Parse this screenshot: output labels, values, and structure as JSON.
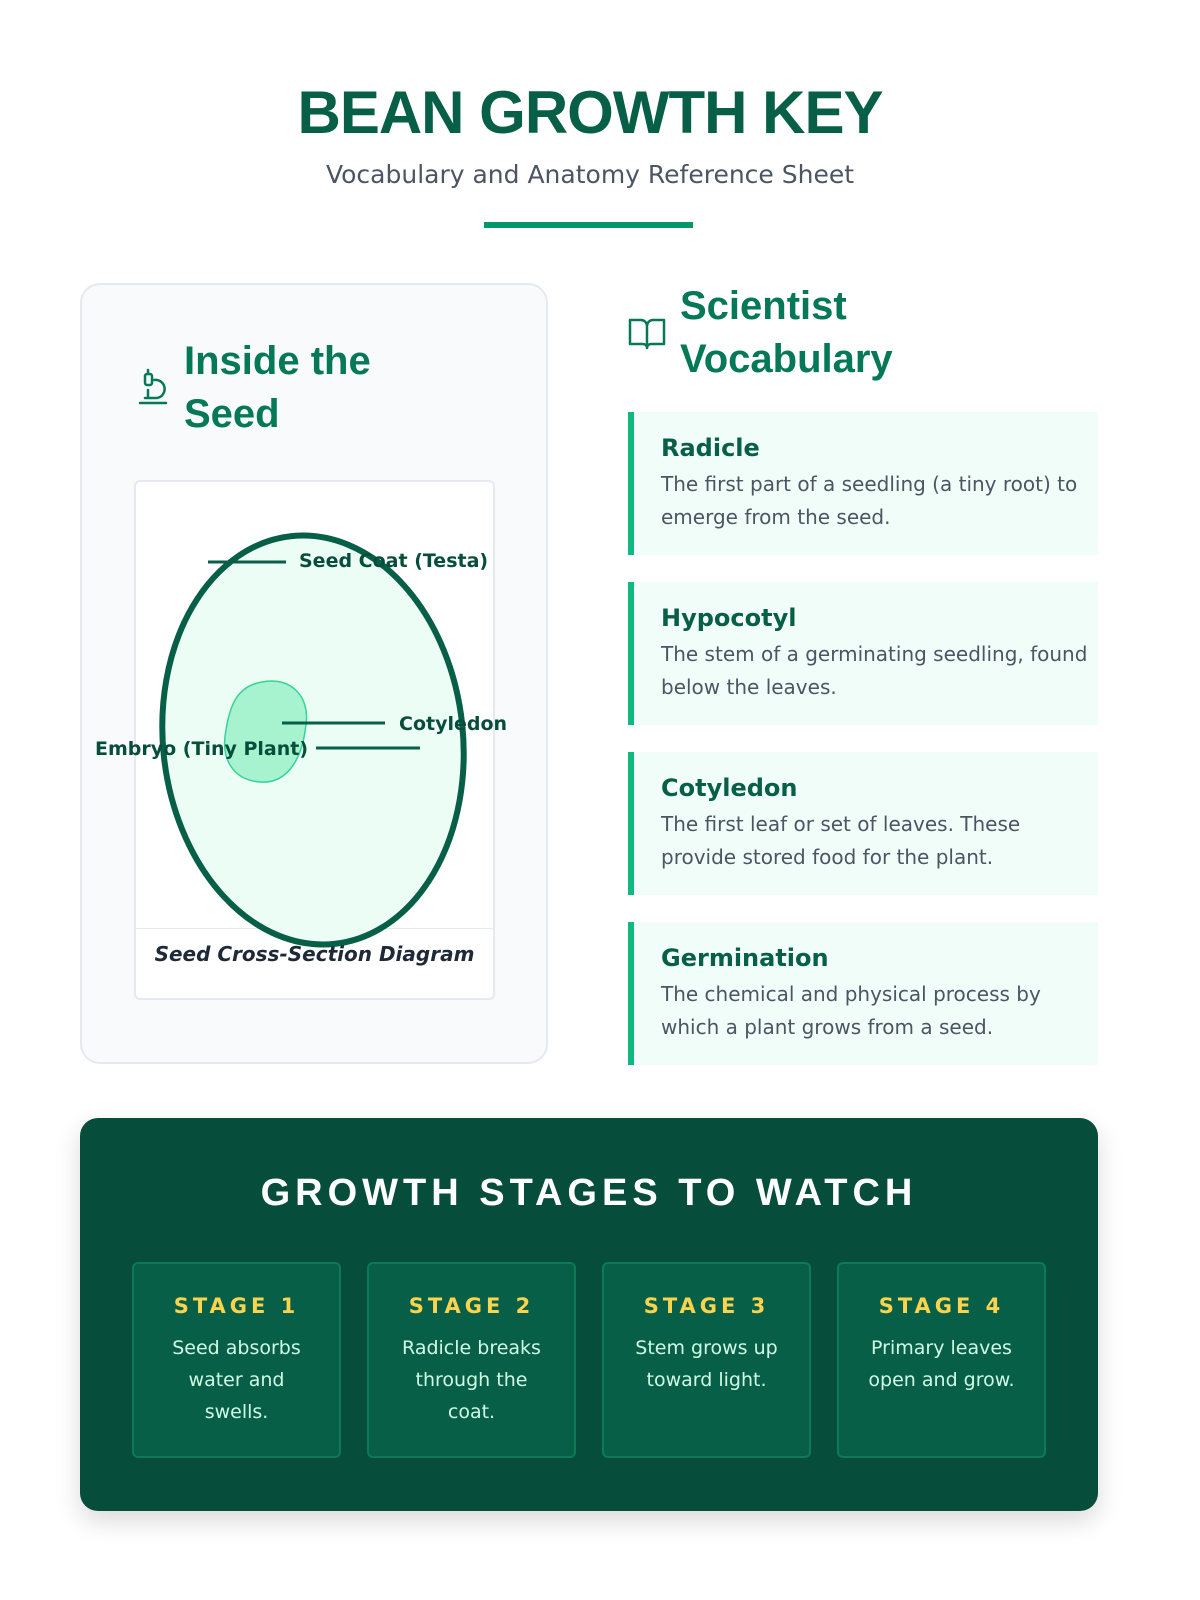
{
  "header": {
    "title": "BEAN GROWTH KEY",
    "subtitle": "Vocabulary and Anatomy Reference Sheet"
  },
  "seed_section": {
    "title_line1": "Inside the",
    "title_line2": "Seed",
    "icon": "microscope-icon",
    "labels": {
      "seed_coat": "Seed Coat (Testa)",
      "cotyledon": "Cotyledon",
      "embryo": "Embryo (Tiny Plant)"
    },
    "caption": "Seed Cross-Section Diagram"
  },
  "vocab_section": {
    "title_line1": "Scientist",
    "title_line2": "Vocabulary",
    "icon": "book-open-icon",
    "items": [
      {
        "term": "Radicle",
        "definition": "The first part of a seedling (a tiny root) to emerge from the seed."
      },
      {
        "term": "Hypocotyl",
        "definition": "The stem of a germinating seedling, found below the leaves."
      },
      {
        "term": "Cotyledon",
        "definition": "The first leaf or set of leaves. These provide stored food for the plant."
      },
      {
        "term": "Germination",
        "definition": "The chemical and physical process by which a plant grows from a seed."
      }
    ]
  },
  "stages": {
    "title": "GROWTH STAGES TO WATCH",
    "items": [
      {
        "label": "STAGE 1",
        "text": "Seed absorbs water and swells."
      },
      {
        "label": "STAGE 2",
        "text": "Radicle breaks through the coat."
      },
      {
        "label": "STAGE 3",
        "text": "Stem grows up toward light."
      },
      {
        "label": "STAGE 4",
        "text": "Primary leaves open and grow."
      }
    ]
  }
}
